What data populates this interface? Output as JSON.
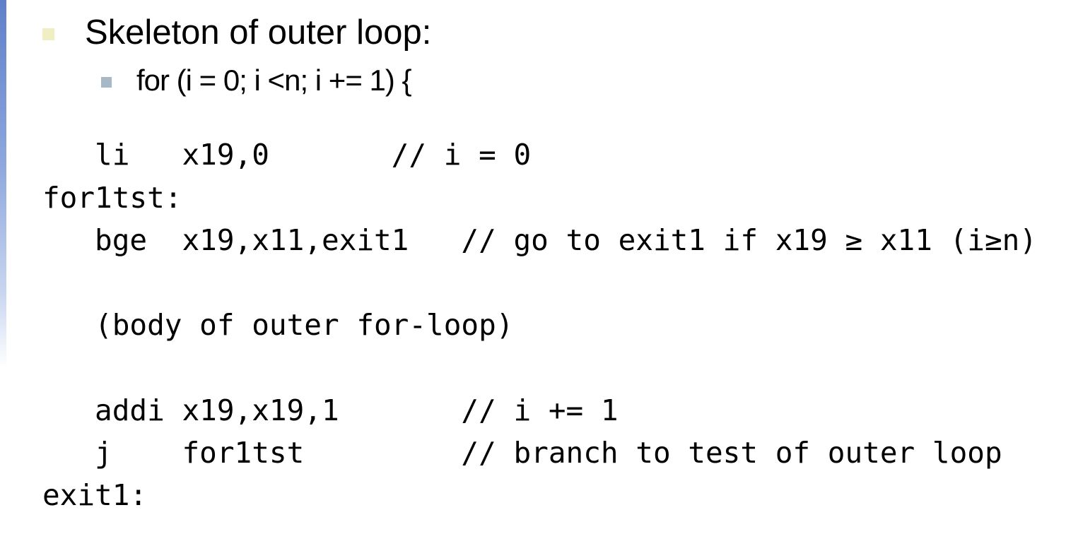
{
  "bullets": {
    "level1": "Skeleton of outer loop:",
    "level2": "for (i = 0; i <n; i += 1) {"
  },
  "code_lines": [
    "   li   x19,0       // i = 0",
    "for1tst:",
    "   bge  x19,x11,exit1   // go to exit1 if x19 ≥ x11 (i≥n)",
    "   (body of outer for-loop)",
    "   addi x19,x19,1       // i += 1",
    "   j    for1tst         // branch to test of outer loop",
    "exit1:"
  ],
  "colors": {
    "level1_bullet": "#f0efc3",
    "level2_bullet": "#a7b9c7",
    "edge_bar": "#5f7fc9"
  }
}
